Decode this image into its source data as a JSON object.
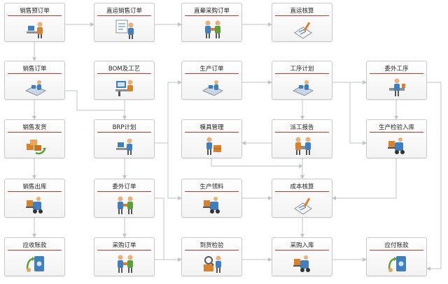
{
  "colors": {
    "connector": "#bfc4c8",
    "accent_rule": "#c0392b",
    "box_border": "#c9c9c9",
    "icon_blue": "#3f7fbf",
    "icon_orange": "#d9822b",
    "icon_gray": "#8a8f94",
    "icon_green": "#5aa03c"
  },
  "nodes": {
    "sales_pre_order": "销售预订单",
    "direct_sales_order": "直运销售订单",
    "direct_purchase_order": "直晕采购订单",
    "direct_accounting": "直运核算",
    "sales_order": "销售订单",
    "bom": "BOM及工艺",
    "production_order": "生产订单",
    "process_plan": "工序计划",
    "outsource_process": "委外工序",
    "sales_shipment": "销售发货",
    "brp_plan": "BRP计划",
    "mold_management": "模具管理",
    "dispatch_report": "派工报告",
    "production_inspection_in": "生产检验入库",
    "sales_outbound": "销售出库",
    "outsource_order": "委外订单",
    "production_material": "生产领料",
    "cost_accounting": "成本核算",
    "receivables": "应收账款",
    "purchase_order": "采购订单",
    "arrival_inspection": "到货检验",
    "purchase_in": "采购入库",
    "payables": "应付账款"
  },
  "icons": {
    "sales_pre_order": "person-at-desk-icon",
    "direct_sales_order": "person-at-board-icon",
    "direct_purchase_order": "two-people-icon",
    "direct_accounting": "document-icon",
    "sales_order": "conveyor-icon",
    "bom": "workstation-icon",
    "production_order": "conveyor-icon",
    "process_plan": "conveyor-icon",
    "outsource_process": "worker-icon",
    "sales_shipment": "boxes-icon",
    "brp_plan": "person-at-desk-icon",
    "mold_management": "worker-with-box-icon",
    "dispatch_report": "two-people-icon",
    "production_inspection_in": "forklift-icon",
    "sales_outbound": "forklift-icon",
    "outsource_order": "two-people-icon",
    "production_material": "forklift-icon",
    "cost_accounting": "document-icon",
    "receivables": "safe-icon",
    "purchase_order": "two-people-icon",
    "arrival_inspection": "inspection-icon",
    "purchase_in": "forklift-icon",
    "payables": "safe-icon"
  }
}
